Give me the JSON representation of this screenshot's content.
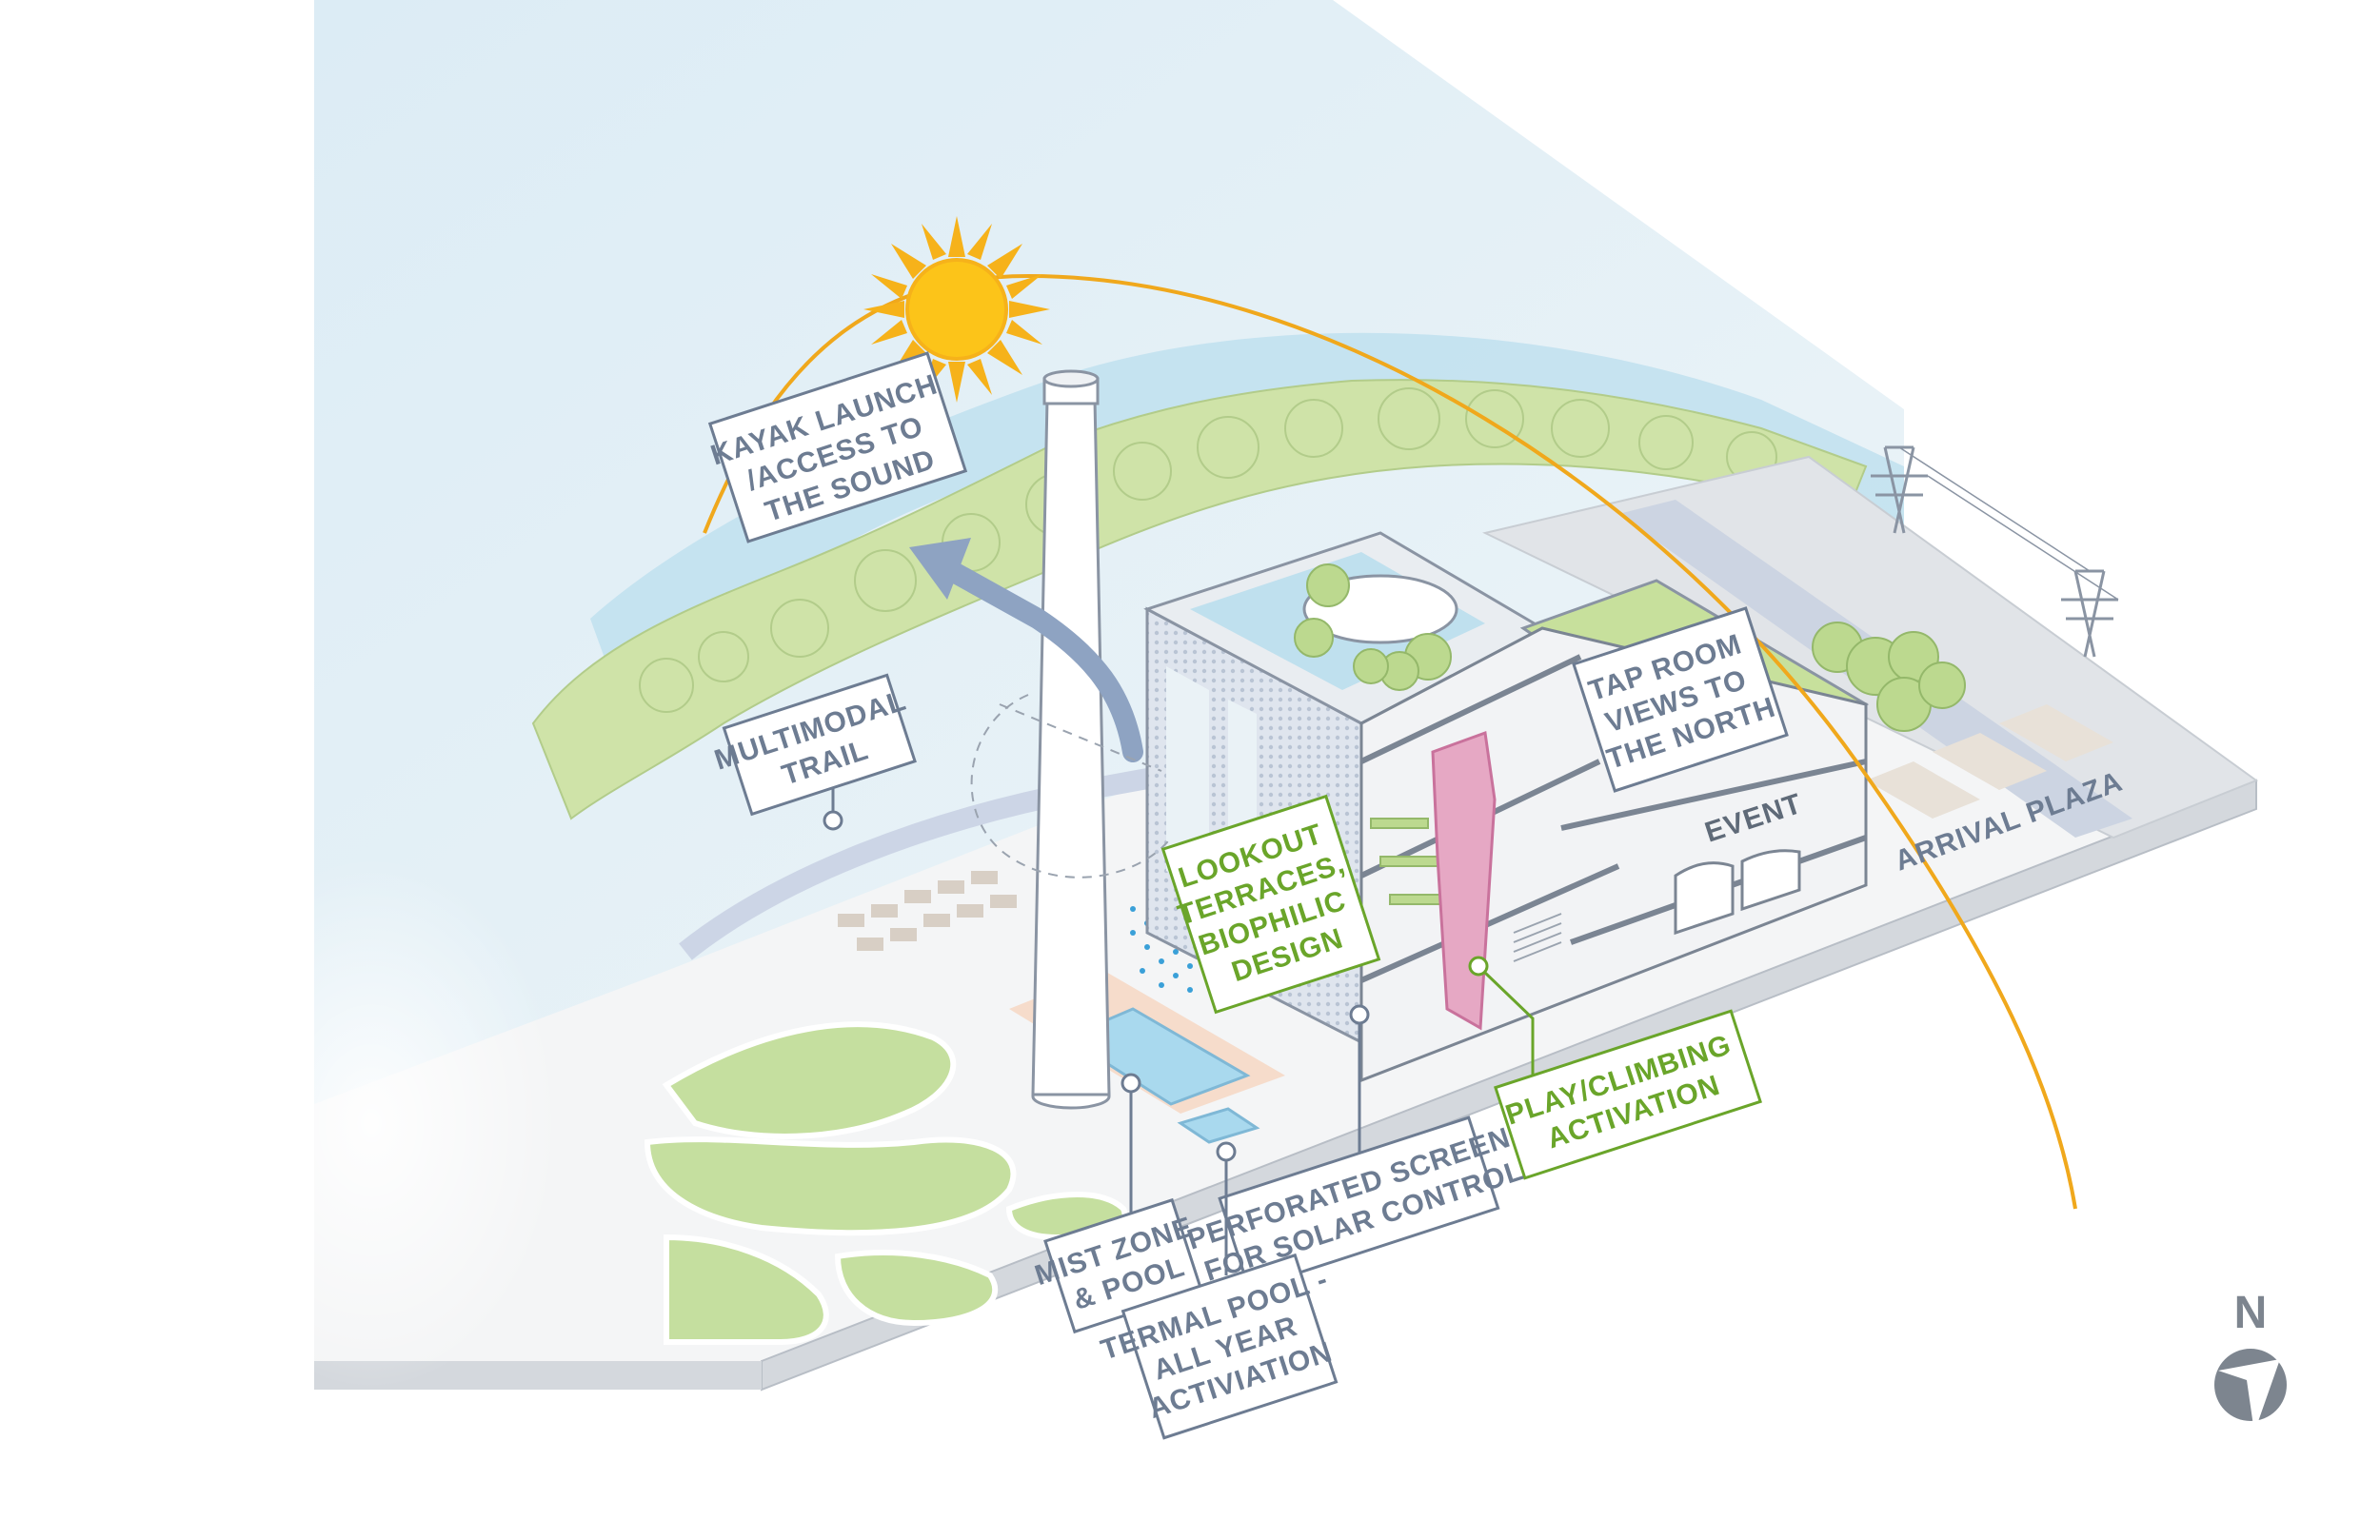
{
  "labels": {
    "kayak": [
      "KAYAK LAUNCH",
      "/ACCESS TO",
      "THE SOUND"
    ],
    "multimodal": [
      "MULTIMODAL",
      "TRAIL"
    ],
    "taproom": [
      "TAP ROOM",
      "VIEWS TO",
      "THE NORTH"
    ],
    "lookout": [
      "LOOKOUT",
      "TERRACES,",
      "BIOPHILIC",
      "DESIGN"
    ],
    "play": [
      "PLAY/CLIMBING",
      "ACTIVATION"
    ],
    "perforated": [
      "PERFORATED SCREEN",
      "FOR SOLAR CONTROL"
    ],
    "mist": [
      "MIST ZONE",
      "& POOL"
    ],
    "termal": [
      "TERMAL POOL -",
      "ALL YEAR",
      "ACTIVIATION"
    ],
    "event": "EVENT",
    "arrival": "ARRIVAL PLAZA"
  },
  "north": "N",
  "colors": {
    "label_grey": "#6d7c92",
    "label_green": "#6aa52a",
    "sun": "#f6b21a",
    "sun_path": "#f0a81c",
    "water": "#cfe6f2",
    "landscape": "#c5df9f",
    "climbing_wall": "#e6a8c4"
  },
  "icons": [
    "sun-icon",
    "north-arrow-icon",
    "transmission-tower-icon",
    "kayak-route-arrow-icon"
  ]
}
